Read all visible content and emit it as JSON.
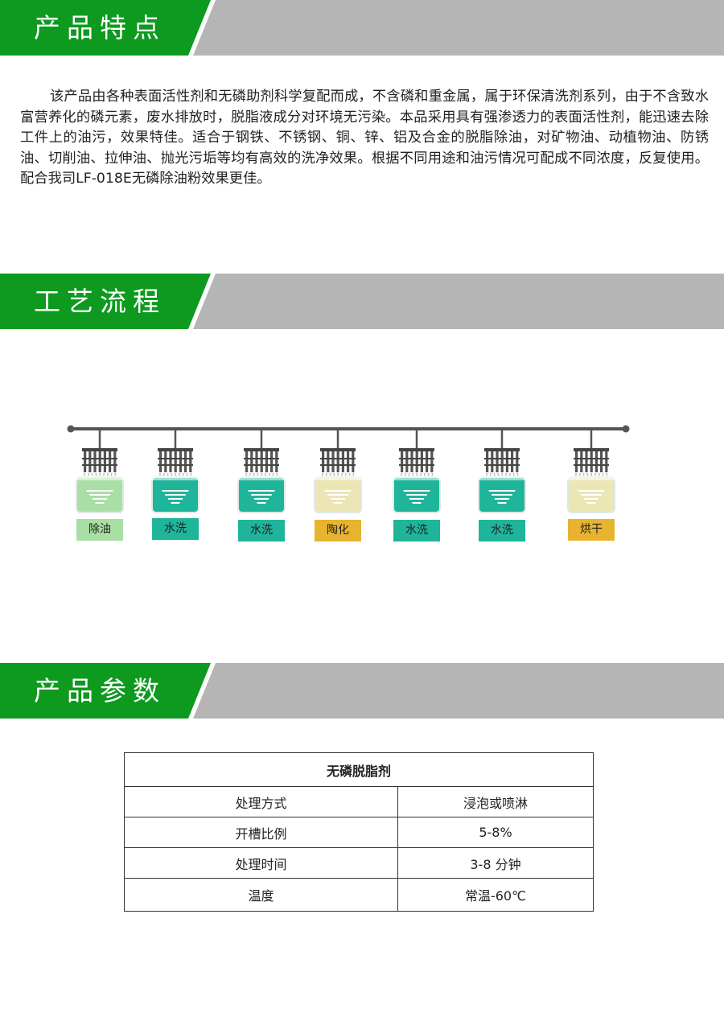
{
  "sections": {
    "features": {
      "title": "产品特点"
    },
    "process": {
      "title": "工艺流程"
    },
    "params": {
      "title": "产品参数"
    }
  },
  "description": "该产品由各种表面活性剂和无磷助剂科学复配而成，不含磷和重金属，属于环保清洗剂系列，由于不含致水富营养化的磷元素，废水排放时，脱脂液成分对环境无污染。本品采用具有强渗透力的表面活性剂，能迅速去除工件上的油污，效果特佳。适合于钢铁、不锈钢、铜、锌、铝及合金的脱脂除油，对矿物油、动植物油、防锈油、切削油、拉伸油、抛光污垢等均有高效的洗净效果。根据不同用途和油污情况可配成不同浓度，反复使用。配合我司LF-018E无磷除油粉效果更佳。",
  "process_steps": [
    {
      "label": "除油",
      "tank_color": "#a9dfa4",
      "label_bg": "#a9dfa4"
    },
    {
      "label": "水洗",
      "tank_color": "#1fb59b",
      "label_bg": "#1fb59b"
    },
    {
      "label": "水洗",
      "tank_color": "#1fb59b",
      "label_bg": "#1fb59b"
    },
    {
      "label": "陶化",
      "tank_color": "#ebe6b3",
      "label_bg": "#e8b32e"
    },
    {
      "label": "水洗",
      "tank_color": "#1fb59b",
      "label_bg": "#1fb59b"
    },
    {
      "label": "水洗",
      "tank_color": "#1fb59b",
      "label_bg": "#1fb59b"
    },
    {
      "label": "烘干",
      "tank_color": "#ebe6b3",
      "label_bg": "#e8b32e"
    }
  ],
  "params_table": {
    "title": "无磷脱脂剂",
    "rows": [
      {
        "key": "处理方式",
        "value": "浸泡或喷淋"
      },
      {
        "key": "开槽比例",
        "value": "5-8%"
      },
      {
        "key": "处理时间",
        "value": "3-8 分钟"
      },
      {
        "key": "温度",
        "value": "常温-60℃"
      }
    ]
  },
  "colors": {
    "header_green": "#0d9a1f",
    "header_gray": "#b5b5b5",
    "pipe": "#555555"
  }
}
